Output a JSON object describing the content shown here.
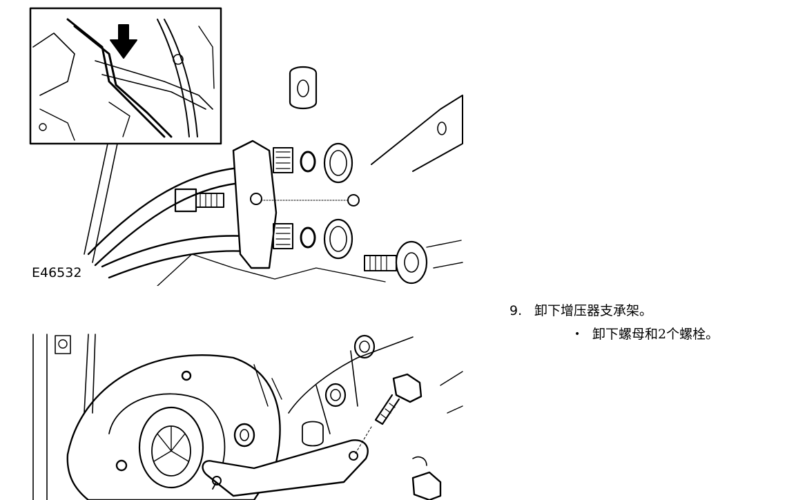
{
  "figure_top": {
    "label": "E46532"
  },
  "step": {
    "number": "9.",
    "title": "卸下增压器支承架。"
  },
  "substep": {
    "bullet": "•",
    "text": "卸下螺母和2个螺栓。"
  }
}
